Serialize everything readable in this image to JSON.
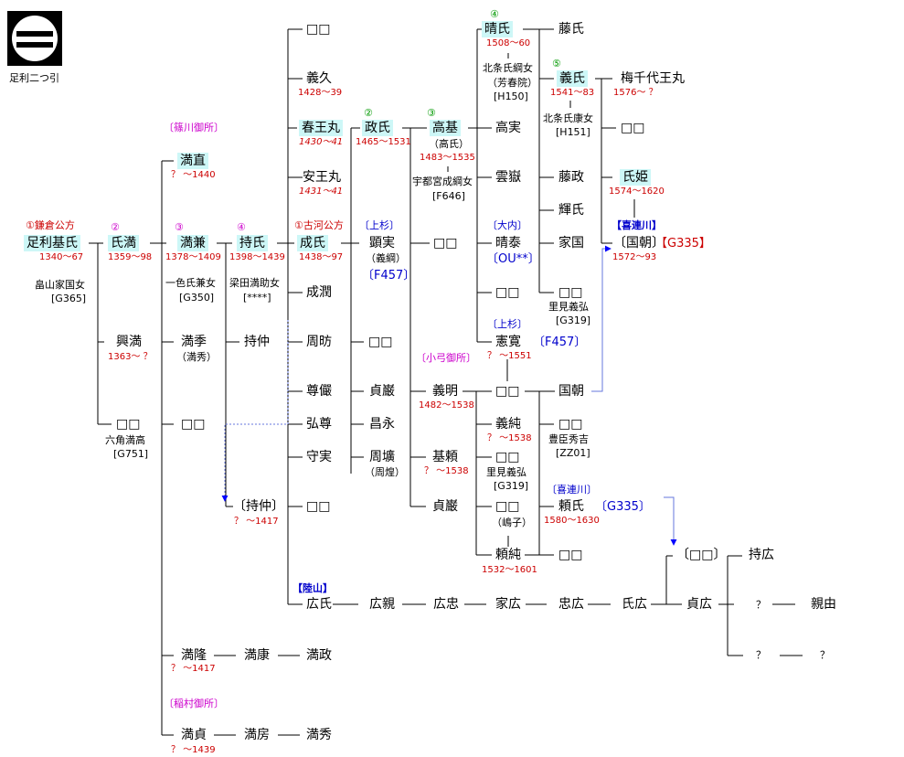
{
  "crest": {
    "icon": "ashikaga-futatsubiki-crest-icon",
    "caption": "足利二つ引"
  },
  "annotations": {
    "kamakura": "①鎌倉公方",
    "a2": "②",
    "a3": "③",
    "a4": "④",
    "koga": "①古河公方",
    "a2b": "②",
    "a3b": "③",
    "a4b": "④",
    "a5b": "⑤",
    "sasagawa": "〔篠川御所〕",
    "inamura": "〔稲村御所〕",
    "oyumi": "〔小弓御所〕",
    "uesugi1": "〔上杉〕",
    "uesugi2": "〔上杉〕",
    "ouchi": "〔大内〕",
    "kitsuregawa1": "【喜連川】",
    "kitsuregawa2": "〔喜連川〕",
    "rikuzan": "【陸山】"
  },
  "persons": {
    "motouji": {
      "name": "足利基氏",
      "years": "1340〜67",
      "spouse": "畠山家国女",
      "ref": "[G365]"
    },
    "ujimitsu": {
      "name": "氏満",
      "years": "1359〜98"
    },
    "mitsukane": {
      "name": "満兼",
      "years": "1378〜1409",
      "spouse": "一色氏兼女",
      "ref": "[G350]"
    },
    "mochiuji": {
      "name": "持氏",
      "years": "1398〜1439",
      "spouse": "梁田満助女",
      "ref": "[****]"
    },
    "shigeuji": {
      "name": "成氏",
      "years": "1438〜97"
    },
    "masauji": {
      "name": "政氏",
      "years": "1465〜1531"
    },
    "takamoto": {
      "name": "高基",
      "alias": "（高氏）",
      "years": "1483〜1535",
      "spouse": "宇都宮成綱女",
      "ref": "[F646]"
    },
    "haruuji": {
      "name": "晴氏",
      "years": "1508〜60",
      "spouse": "北条氏綱女",
      "spouse_alias": "（芳春院）",
      "ref": "[H150]"
    },
    "yoshiuji": {
      "name": "義氏",
      "years": "1541〜83",
      "spouse": "北条氏康女",
      "ref": "[H151]"
    },
    "umechiyo": {
      "name": "梅千代王丸",
      "years": "1576〜 ？"
    },
    "ujihime": {
      "name": "氏姫",
      "years": "1574〜1620"
    },
    "kunitomo1": {
      "name": "〔国朝〕",
      "ref": "【G335】",
      "years": "1572〜93"
    },
    "mitsunao": {
      "name": "満直",
      "years": "？ 〜1440"
    },
    "okimitsu": {
      "name": "興満",
      "years": "1363〜 ？"
    },
    "unknown_rokkaku": {
      "name": "□□",
      "spouse": "六角満高",
      "ref": "[G751]"
    },
    "mitsusue": {
      "name": "満季",
      "alias": "（満秀）"
    },
    "unknown_m": {
      "name": "□□"
    },
    "mochinaka1": {
      "name": "持仲"
    },
    "mochinaka2": {
      "name": "〔持仲〕",
      "years": "？ 〜1417"
    },
    "mitsutaka": {
      "name": "満隆",
      "years": "？ 〜1417"
    },
    "mitsuyasu": {
      "name": "満康"
    },
    "mitsumasa": {
      "name": "満政"
    },
    "mitsusada": {
      "name": "満貞",
      "years": "？ 〜1439"
    },
    "mitsufusa": {
      "name": "満房"
    },
    "mitsuhide": {
      "name": "満秀"
    },
    "s_unknown1": {
      "name": "□□"
    },
    "yoshihisa": {
      "name": "義久",
      "years": "1428〜39"
    },
    "haruomaru": {
      "name": "春王丸",
      "years": "1430〜41"
    },
    "yasuomaru": {
      "name": "安王丸",
      "years": "1431〜41"
    },
    "mochinaka_unknown": {
      "name": "□□"
    },
    "akizane": {
      "name": "顕実",
      "alias": "（義綱）",
      "ref": "〔F457〕"
    },
    "seijun": {
      "name": "成潤"
    },
    "shubo": {
      "name": "周昉"
    },
    "songyo": {
      "name": "尊儼"
    },
    "koson": {
      "name": "弘尊"
    },
    "shujitsu": {
      "name": "守実"
    },
    "m_unknown": {
      "name": "□□"
    },
    "teigen": {
      "name": "貞巌"
    },
    "shoei": {
      "name": "昌永"
    },
    "shuko": {
      "name": "周壙",
      "alias": "（周煌）"
    },
    "t_unknown": {
      "name": "□□"
    },
    "yoshiaki": {
      "name": "義明",
      "years": "1482〜1538"
    },
    "motoyori": {
      "name": "基頼",
      "years": "？ 〜1538"
    },
    "teigen2": {
      "name": "貞巌"
    },
    "kozane": {
      "name": "高実"
    },
    "ungaku": {
      "name": "雲嶽"
    },
    "harutai": {
      "name": "晴泰",
      "ref": "〔OU**〕"
    },
    "h_unknown": {
      "name": "□□"
    },
    "norihiro": {
      "name": "憲寛",
      "ref": "〔F457〕"
    },
    "y_unknown": {
      "name": "□□",
      "years": "？ 〜1551"
    },
    "yoshizumi": {
      "name": "義純",
      "years": "？ 〜1538"
    },
    "y2_unknown": {
      "name": "□□",
      "spouse": "里見義弘",
      "ref": "[G319]"
    },
    "y3_unknown": {
      "name": "□□",
      "alias": "（嶋子）"
    },
    "yorizumi": {
      "name": "頼純",
      "years": "1532〜1601"
    },
    "fujiuji": {
      "name": "藤氏"
    },
    "fujimasa": {
      "name": "藤政"
    },
    "teruuji": {
      "name": "輝氏"
    },
    "iekuni": {
      "name": "家国"
    },
    "hr_unknown": {
      "name": "□□",
      "spouse": "里見義弘",
      "ref": "[G319]"
    },
    "ys_unknown": {
      "name": "□□"
    },
    "kunitomo2": {
      "name": "国朝"
    },
    "k_unknown": {
      "name": "□□",
      "spouse": "豊臣秀吉",
      "ref": "[ZZ01]"
    },
    "yoriuji": {
      "name": "頼氏",
      "years": "1580〜1630",
      "ref": "〔G335〕"
    },
    "yr_unknown": {
      "name": "□□"
    },
    "hirouji": {
      "name": "広氏"
    },
    "hirochika": {
      "name": "広親"
    },
    "hirotada": {
      "name": "広忠"
    },
    "iehiro": {
      "name": "家広"
    },
    "tadahiro": {
      "name": "忠広"
    },
    "ujihiro": {
      "name": "氏広"
    },
    "sadahiro": {
      "name": "貞広"
    },
    "bracket_unknown": {
      "name": "〔□□〕"
    },
    "mochihiro": {
      "name": "持広"
    },
    "q1": {
      "name": "？"
    },
    "chikayoshi": {
      "name": "親由"
    },
    "q2": {
      "name": "？"
    },
    "q3": {
      "name": "？"
    }
  }
}
